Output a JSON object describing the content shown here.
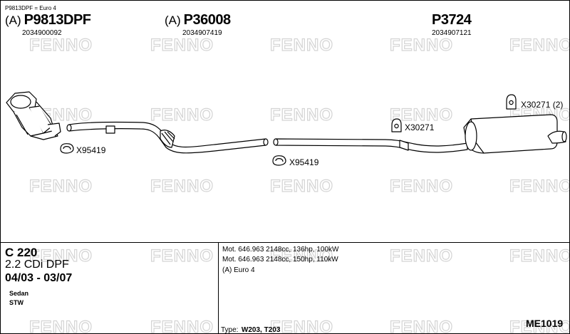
{
  "header_note": "P9813DPF = Euro 4",
  "parts": [
    {
      "prefix": "(A)",
      "number": "P9813DPF",
      "code": "2034900092"
    },
    {
      "prefix": "(A)",
      "number": "P36008",
      "code": "2034907419"
    },
    {
      "prefix": "",
      "number": "P3724",
      "code": "2034907121"
    }
  ],
  "fittings": [
    {
      "label": "X95419",
      "icon": "clamp-ring-icon"
    },
    {
      "label": "X95419",
      "icon": "clamp-ring-icon"
    },
    {
      "label": "X30271",
      "icon": "rubber-mount-icon"
    },
    {
      "label": "X30271 (2)",
      "icon": "rubber-mount-icon"
    }
  ],
  "watermark_text": "FENNO",
  "vehicle": {
    "model": "C 220",
    "variant": "2.2 CDi DPF",
    "period": "04/03 - 03/07",
    "body_types": [
      "Sedan",
      "STW"
    ]
  },
  "engines": [
    "Mot. 646.963 2148cc, 136hp, 100kW",
    "Mot. 646.963 2148cc, 150hp, 110kW",
    "(A) Euro 4"
  ],
  "type": {
    "label": "Type:",
    "value": "W203, T203"
  },
  "catalog_number": "ME1019",
  "colors": {
    "line": "#000000",
    "watermark_stroke": "#d4d4d4"
  }
}
